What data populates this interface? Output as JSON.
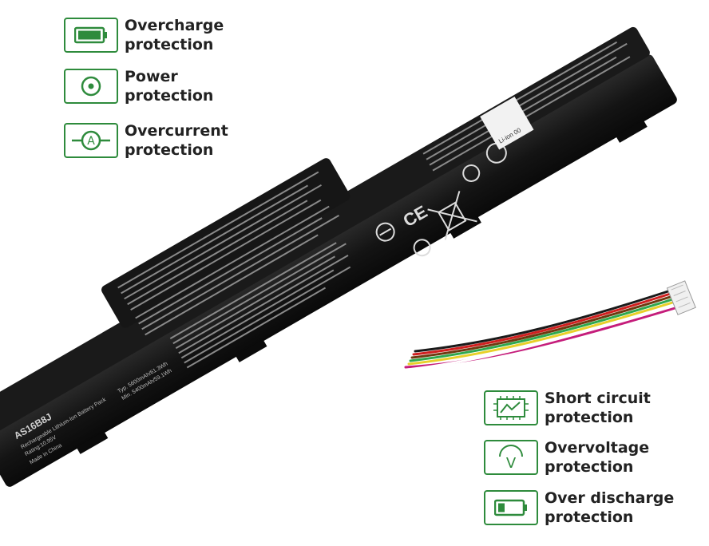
{
  "features": [
    {
      "id": "overcharge",
      "line1": "Overcharge",
      "line2": "protection",
      "icon": "battery-full-icon"
    },
    {
      "id": "power",
      "line1": "Power",
      "line2": "protection",
      "icon": "power-target-icon"
    },
    {
      "id": "overcurrent",
      "line1": "Overcurrent",
      "line2": "protection",
      "icon": "ammeter-icon"
    },
    {
      "id": "short-circuit",
      "line1": "Short circuit",
      "line2": "protection",
      "icon": "circuit-board-icon"
    },
    {
      "id": "overvoltage",
      "line1": "Overvoltage",
      "line2": "protection",
      "icon": "voltmeter-icon"
    },
    {
      "id": "over-discharge",
      "line1": "Over discharge",
      "line2": "protection",
      "icon": "battery-low-icon"
    }
  ],
  "battery": {
    "model": "AS16B8J",
    "type_line": "Rechargeable Lithium-Ion Battery Pack",
    "rating": "Rating:10.95V",
    "typ": "Typ. 5600mAh/61.3Wh",
    "min": "Min. 5400mAh/59.1Wh",
    "origin": "Made in China",
    "recycle_label": "Li-ion 00",
    "accent_color": "#2e8b3c",
    "body_color": "#111111"
  }
}
